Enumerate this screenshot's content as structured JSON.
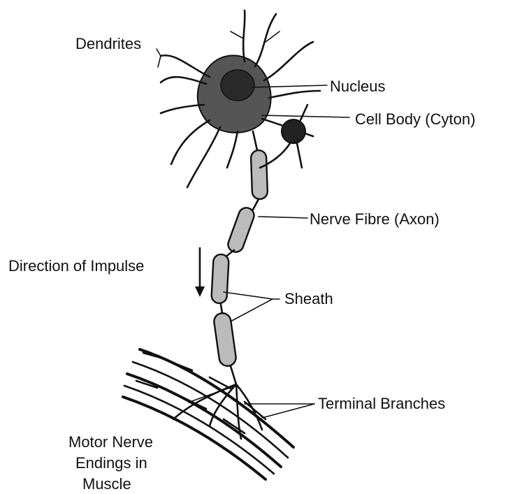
{
  "labels": {
    "dendrites": "Dendrites",
    "nucleus": "Nucleus",
    "cell_body": "Cell Body (Cyton)",
    "nerve_fibre": "Nerve Fibre (Axon)",
    "direction": "Direction of Impulse",
    "sheath": "Sheath",
    "terminal_branches": "Terminal Branches",
    "motor_line1": "Motor Nerve",
    "motor_line2": "Endings in",
    "motor_line3": "Muscle"
  }
}
